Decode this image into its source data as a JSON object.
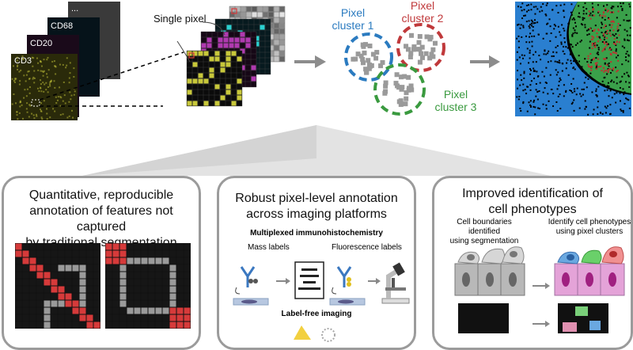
{
  "top": {
    "channels": [
      "CD3",
      "CD20",
      "CD68",
      "..."
    ],
    "single_pixel_label": "Single pixel",
    "clusters": [
      {
        "label": "Pixel\ncluster 1",
        "color": "#2b7bc0"
      },
      {
        "label": "Pixel\ncluster 2",
        "color": "#c0393b"
      },
      {
        "label": "Pixel\ncluster 3",
        "color": "#3a9a3f"
      }
    ]
  },
  "panels": [
    {
      "title": "Quantitative, reproducible\nannotation of features not captured\nby traditional segmentation"
    },
    {
      "title": "Robust pixel-level annotation\nacross imaging platforms",
      "multiplexed_label": "Multiplexed immunohistochemistry",
      "mass_labels": "Mass labels",
      "fluorescence_labels": "Fluorescence labels",
      "label_free": "Label-free imaging"
    },
    {
      "title": "Improved identification of\ncell phenotypes",
      "left_caption": "Cell boundaries identified\nusing segmentation",
      "right_caption": "Identify cell phenotypes\nusing pixel clusters"
    }
  ],
  "colors": {
    "cd3": "#c8c83a",
    "cd20": "#b03ab0",
    "cd68": "#2ad0d0",
    "panel_border": "#9b9b9b",
    "arrow": "#8c8c8c",
    "map_blue": "#2a7fd0",
    "map_green": "#3aa04a",
    "map_red": "#c03030",
    "highlight_red": "#d63a3a",
    "grid_gray": "#9a9a9a"
  }
}
